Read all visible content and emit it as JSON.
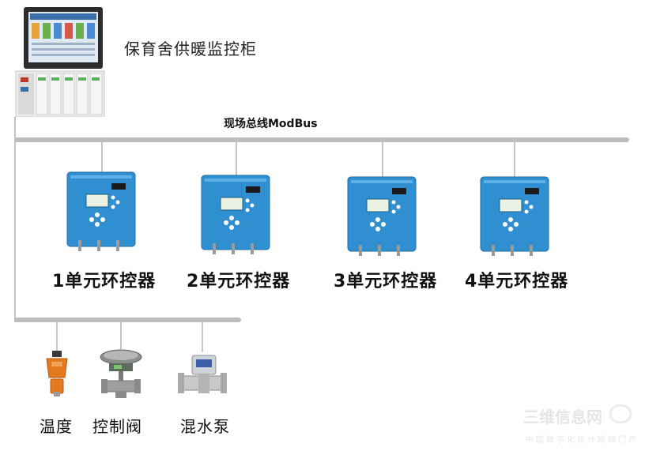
{
  "cabinet": {
    "label": "保育舍供暖监控柜"
  },
  "bus": {
    "label": "现场总线ModBus"
  },
  "controllers": [
    {
      "label": "1单元环控器"
    },
    {
      "label": "2单元环控器"
    },
    {
      "label": "3单元环控器"
    },
    {
      "label": "4单元环控器"
    }
  ],
  "field_devices": [
    {
      "label": "温度",
      "icon": "temperature-sensor-icon"
    },
    {
      "label": "控制阀",
      "icon": "control-valve-icon"
    },
    {
      "label": "混水泵",
      "icon": "mixing-pump-icon"
    }
  ],
  "watermark": {
    "text": "三维信息网",
    "subtext": "中国数字化设计网络门户"
  },
  "colors": {
    "controller": "#2f8fd0",
    "bus": "#bdbdbd",
    "sensor": "#e37a1f"
  }
}
